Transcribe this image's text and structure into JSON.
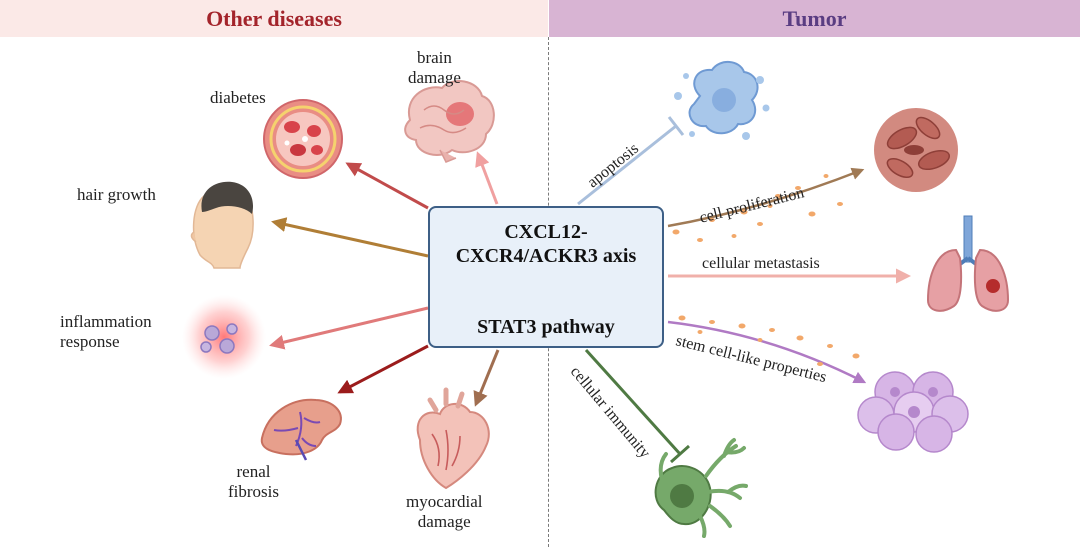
{
  "headers": {
    "left": "Other diseases",
    "right": "Tumor"
  },
  "center": {
    "axis": "CXCL12-\nCXCR4/ACKR3 axis",
    "pathway": "STAT3 pathway"
  },
  "other_diseases": {
    "diabetes": "diabetes",
    "brain_damage": "brain\ndamage",
    "hair_growth": "hair growth",
    "inflammation_response": "inflammation\nresponse",
    "renal_fibrosis": "renal\nfibrosis",
    "myocardial_damage": "myocardial\ndamage"
  },
  "tumor": {
    "apoptosis": "apoptosis",
    "cell_proliferation": "cell proliferation",
    "cellular_metastasis": "cellular metastasis",
    "stem_cell_like": "stem cell-like properties",
    "cellular_immunity": "cellular immunity"
  },
  "colors": {
    "left_header_bg": "#fbe9e7",
    "left_header_text": "#a3242b",
    "right_header_bg": "#d8b4d3",
    "right_header_text": "#5a3d82",
    "center_box_fill": "#e8f0f9",
    "center_box_border": "#3d5f86"
  },
  "icons": [
    "red-blood-cell-icon",
    "brain-icon",
    "human-head-icon",
    "inflamed-cells-icon",
    "kidney-icon",
    "heart-icon",
    "apoptotic-cell-icon",
    "proliferating-cells-icon",
    "lungs-icon",
    "stem-cell-cluster-icon",
    "immune-cell-icon"
  ]
}
